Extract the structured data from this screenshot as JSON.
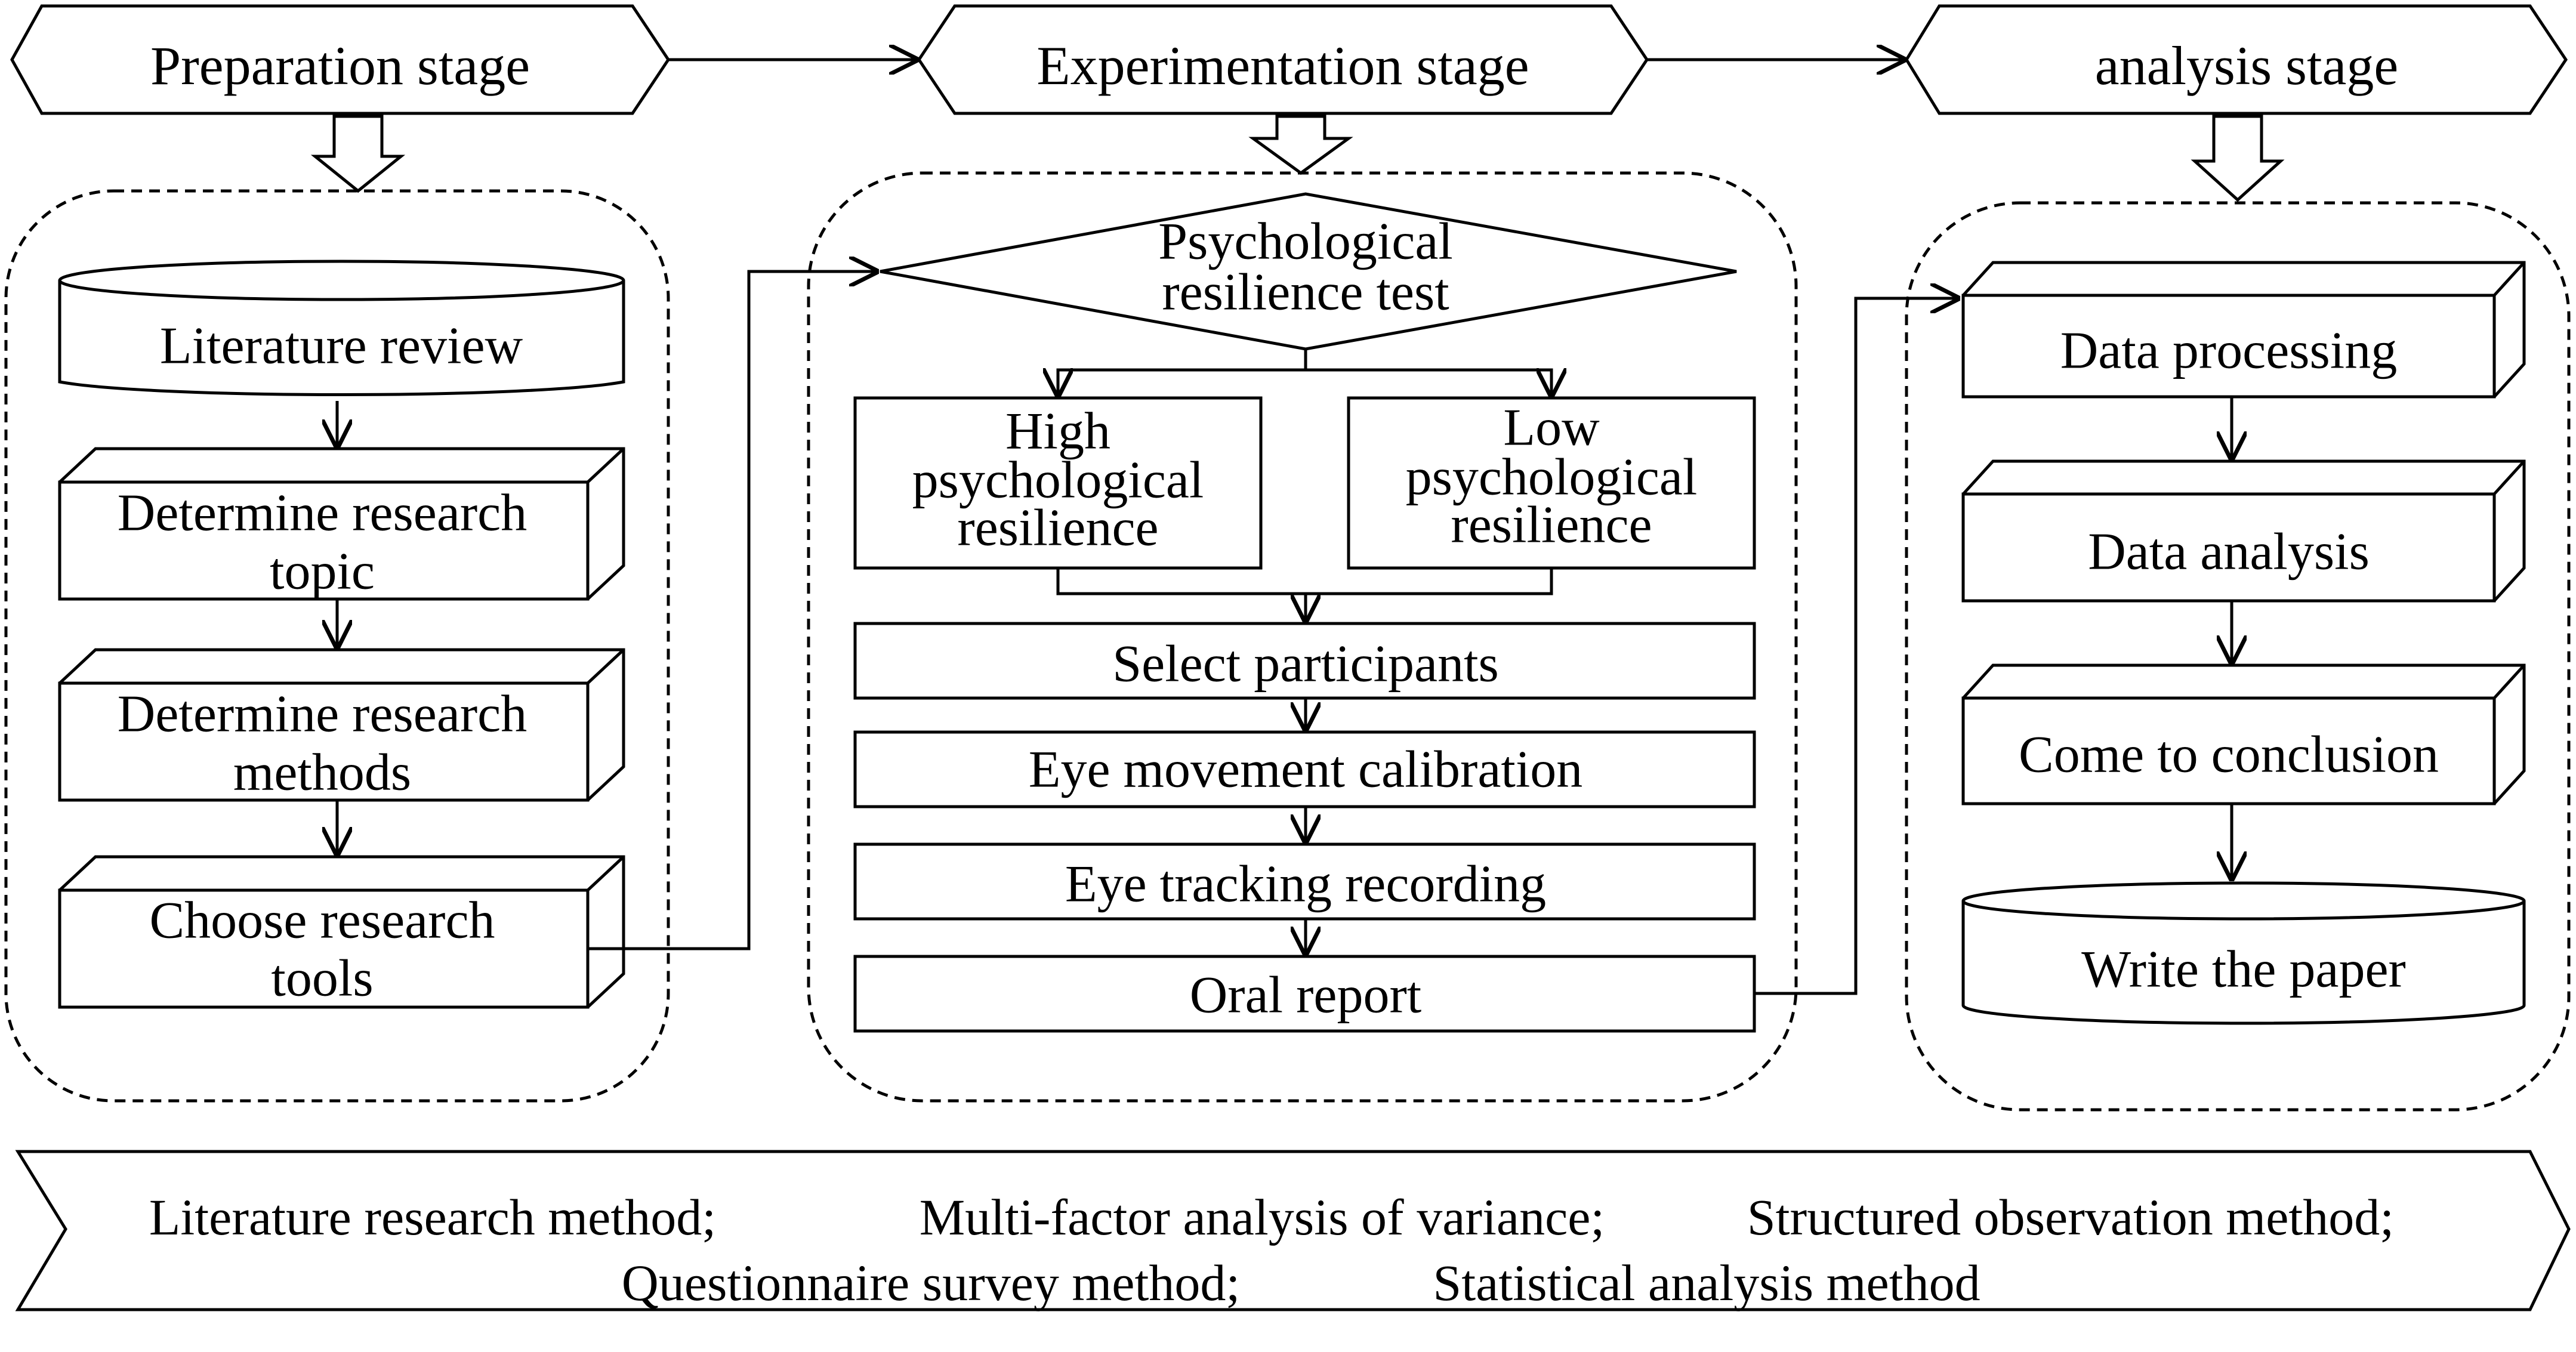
{
  "stages": {
    "preparation": "Preparation stage",
    "experimentation": "Experimentation stage",
    "analysis": "analysis stage"
  },
  "preparation": {
    "literature_review": "Literature review",
    "determine_topic": [
      "Determine research",
      "topic"
    ],
    "determine_methods": [
      "Determine research",
      "methods"
    ],
    "choose_tools": [
      "Choose research",
      "tools"
    ]
  },
  "experimentation": {
    "resilience_test": [
      "Psychological",
      "resilience test"
    ],
    "high": [
      "High",
      "psychological",
      "resilience"
    ],
    "low": [
      "Low",
      "psychological",
      "resilience"
    ],
    "select_participants": "Select participants",
    "calibration": "Eye movement calibration",
    "recording": "Eye tracking recording",
    "oral_report": "Oral report"
  },
  "analysis": {
    "data_processing": "Data processing",
    "data_analysis": "Data analysis",
    "conclusion": "Come to conclusion",
    "write_paper": "Write the paper"
  },
  "methods": {
    "line1": [
      "Literature research method;",
      "Multi-factor analysis of variance;",
      "Structured observation method;"
    ],
    "line2": [
      "Questionnaire survey method;",
      "Statistical analysis method"
    ]
  }
}
